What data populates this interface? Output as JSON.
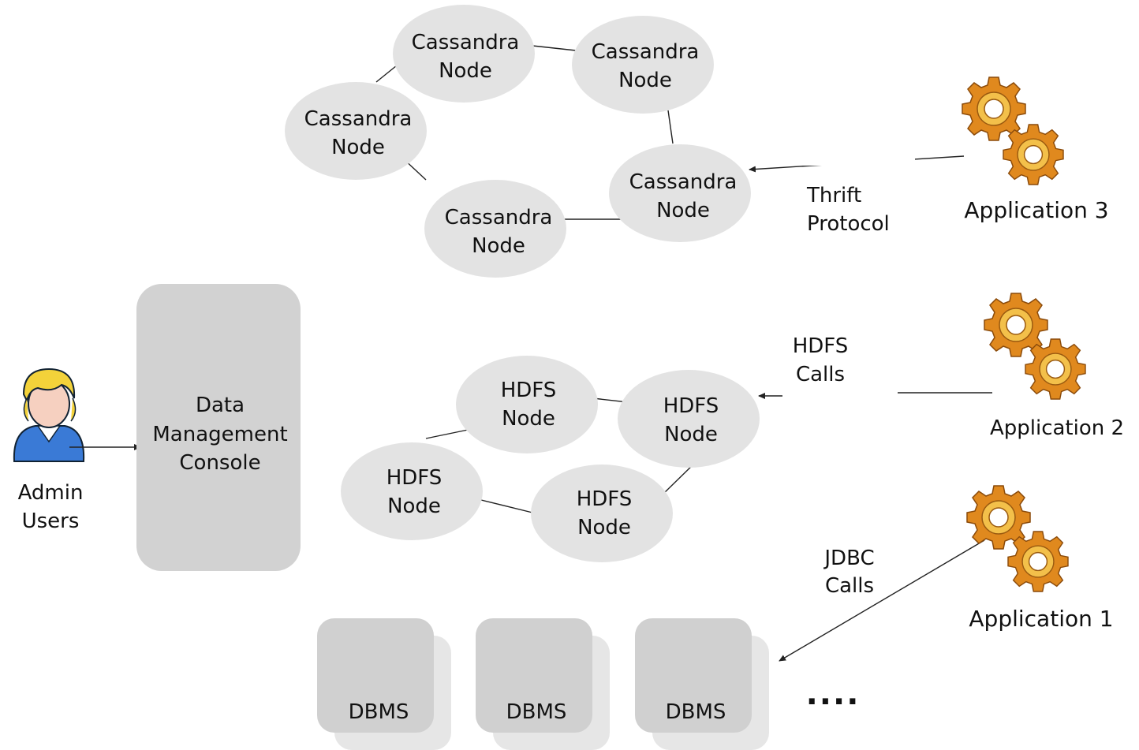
{
  "cassandra": {
    "node_line1": "Cassandra",
    "node_line2": "Node"
  },
  "hdfs": {
    "node_line1": "HDFS",
    "node_line2": "Node"
  },
  "console": {
    "line1": "Data",
    "line2": "Management",
    "line3": "Console"
  },
  "admin": {
    "line1": "Admin",
    "line2": "Users"
  },
  "protocols": {
    "thrift_line1": "Thrift",
    "thrift_line2": "Protocol",
    "hdfs_line1": "HDFS",
    "hdfs_line2": "Calls",
    "jdbc_line1": "JDBC",
    "jdbc_line2": "Calls"
  },
  "applications": {
    "app3": "Application 3",
    "app2": "Application 2",
    "app1": "Application 1"
  },
  "dbms": {
    "label": "DBMS",
    "ellipsis": "...."
  },
  "colors": {
    "node_fill": "#e3e3e3",
    "box_fill": "#d2d2d2",
    "gear_outer": "#e0891e",
    "gear_inner": "#f3c04a"
  }
}
